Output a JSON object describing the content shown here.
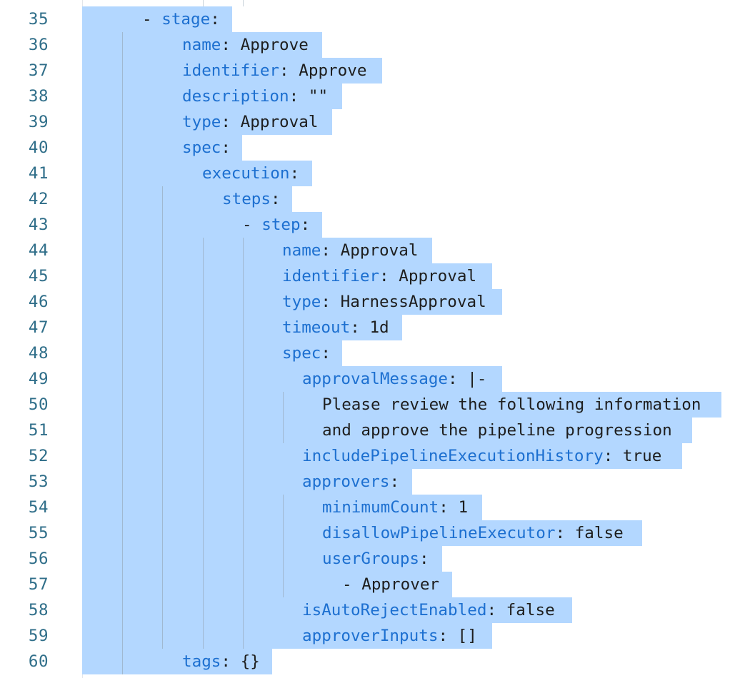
{
  "editor": {
    "language": "yaml",
    "colors": {
      "selection": "#b3d7ff",
      "key": "#1c6fd0",
      "line_number": "#2f6e89",
      "text": "#1e1e1e"
    },
    "lines": [
      {
        "num": "35",
        "indent": 2,
        "dash": "- ",
        "key": "stage",
        "sep": ":",
        "value": ""
      },
      {
        "num": "36",
        "indent": 4,
        "dash": "",
        "key": "name",
        "sep": ": ",
        "value": "Approve"
      },
      {
        "num": "37",
        "indent": 4,
        "dash": "",
        "key": "identifier",
        "sep": ": ",
        "value": "Approve"
      },
      {
        "num": "38",
        "indent": 4,
        "dash": "",
        "key": "description",
        "sep": ": ",
        "value": "\"\""
      },
      {
        "num": "39",
        "indent": 4,
        "dash": "",
        "key": "type",
        "sep": ": ",
        "value": "Approval"
      },
      {
        "num": "40",
        "indent": 4,
        "dash": "",
        "key": "spec",
        "sep": ":",
        "value": ""
      },
      {
        "num": "41",
        "indent": 5,
        "dash": "",
        "key": "execution",
        "sep": ":",
        "value": ""
      },
      {
        "num": "42",
        "indent": 6,
        "dash": "",
        "key": "steps",
        "sep": ":",
        "value": ""
      },
      {
        "num": "43",
        "indent": 7,
        "dash": "- ",
        "key": "step",
        "sep": ":",
        "value": ""
      },
      {
        "num": "44",
        "indent": 9,
        "dash": "",
        "key": "name",
        "sep": ": ",
        "value": "Approval"
      },
      {
        "num": "45",
        "indent": 9,
        "dash": "",
        "key": "identifier",
        "sep": ": ",
        "value": "Approval"
      },
      {
        "num": "46",
        "indent": 9,
        "dash": "",
        "key": "type",
        "sep": ": ",
        "value": "HarnessApproval"
      },
      {
        "num": "47",
        "indent": 9,
        "dash": "",
        "key": "timeout",
        "sep": ": ",
        "value": "1d"
      },
      {
        "num": "48",
        "indent": 9,
        "dash": "",
        "key": "spec",
        "sep": ":",
        "value": ""
      },
      {
        "num": "49",
        "indent": 10,
        "dash": "",
        "key": "approvalMessage",
        "sep": ": ",
        "value": "|-"
      },
      {
        "num": "50",
        "indent": 11,
        "dash": "",
        "key": "",
        "sep": "",
        "value": "Please review the following information"
      },
      {
        "num": "51",
        "indent": 11,
        "dash": "",
        "key": "",
        "sep": "",
        "value": "and approve the pipeline progression"
      },
      {
        "num": "52",
        "indent": 10,
        "dash": "",
        "key": "includePipelineExecutionHistory",
        "sep": ": ",
        "value": "true"
      },
      {
        "num": "53",
        "indent": 10,
        "dash": "",
        "key": "approvers",
        "sep": ":",
        "value": ""
      },
      {
        "num": "54",
        "indent": 11,
        "dash": "",
        "key": "minimumCount",
        "sep": ": ",
        "value": "1"
      },
      {
        "num": "55",
        "indent": 11,
        "dash": "",
        "key": "disallowPipelineExecutor",
        "sep": ": ",
        "value": "false"
      },
      {
        "num": "56",
        "indent": 11,
        "dash": "",
        "key": "userGroups",
        "sep": ":",
        "value": ""
      },
      {
        "num": "57",
        "indent": 12,
        "dash": "- ",
        "key": "",
        "sep": "",
        "value": "Approver"
      },
      {
        "num": "58",
        "indent": 10,
        "dash": "",
        "key": "isAutoRejectEnabled",
        "sep": ": ",
        "value": "false"
      },
      {
        "num": "59",
        "indent": 10,
        "dash": "",
        "key": "approverInputs",
        "sep": ": ",
        "value": "[]"
      },
      {
        "num": "60",
        "indent": 4,
        "dash": "",
        "key": "tags",
        "sep": ": ",
        "value": "{}"
      }
    ]
  }
}
